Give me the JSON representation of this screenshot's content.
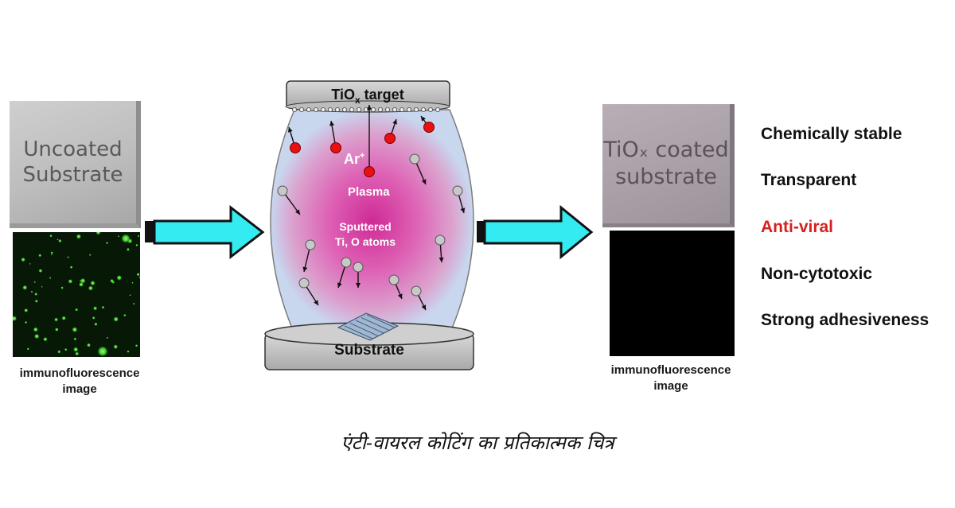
{
  "left": {
    "label_line1": "Uncoated",
    "label_line2": "Substrate",
    "caption_line1": "immunofluorescence",
    "caption_line2": "image"
  },
  "chamber": {
    "target_label": "TiO",
    "target_subscript": "x",
    "target_suffix": " target",
    "ion_label": "Ar",
    "ion_superscript": "+",
    "plasma_label": "Plasma",
    "atoms_line1": "Sputtered",
    "atoms_line2": "Ti, O atoms",
    "substrate_label": "Substrate"
  },
  "right": {
    "label_line1": "TiOₓ coated",
    "label_line2": "substrate",
    "caption_line1": "immunofluorescence",
    "caption_line2": "image"
  },
  "properties": [
    {
      "text": "Chemically stable",
      "color": "#111111"
    },
    {
      "text": "Transparent",
      "color": "#111111"
    },
    {
      "text": "Anti-viral",
      "color": "#d61f1f"
    },
    {
      "text": "Non-cytotoxic",
      "color": "#111111"
    },
    {
      "text": "Strong adhesiveness",
      "color": "#111111"
    }
  ],
  "figure_caption": "एंटी-वायरल कोटिंग का प्रतिकात्मक चित्र",
  "colors": {
    "arrow": "#33ebf0",
    "ion": "#e81010",
    "plasma": "#d0339b",
    "atom": "#c8c8c8"
  }
}
